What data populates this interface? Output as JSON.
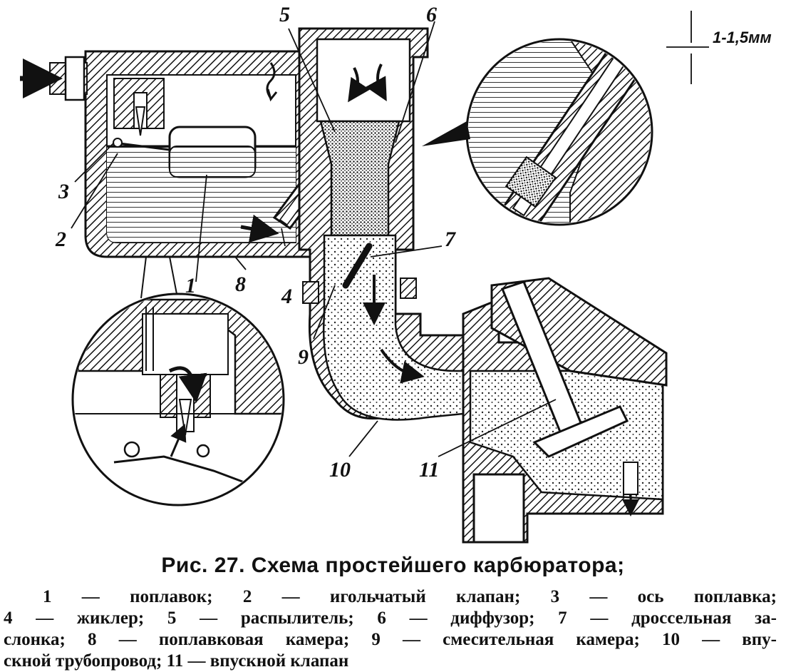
{
  "figure": {
    "labels": {
      "l1": "1",
      "l2": "2",
      "l3": "3",
      "l4": "4",
      "l5": "5",
      "l6": "6",
      "l7": "7",
      "l8": "8",
      "l9": "9",
      "l10": "10",
      "l11": "11"
    },
    "dimension": "1-1,5мм"
  },
  "caption": {
    "title": "Рис. 27. Схема простейшего карбюратора;",
    "legend_line1": "1 — поплавок; 2 — игольчатый клапан; 3 — ось поплавка;",
    "legend_line2": "4 — жиклер; 5 — распылитель; 6 — диффузор; 7 — дроссельная за-",
    "legend_line3": "слонка; 8 — поплавковая камера; 9 — смесительная камера; 10 — впу-",
    "legend_line4": "скной трубопровод; 11 — впускной клапан"
  }
}
